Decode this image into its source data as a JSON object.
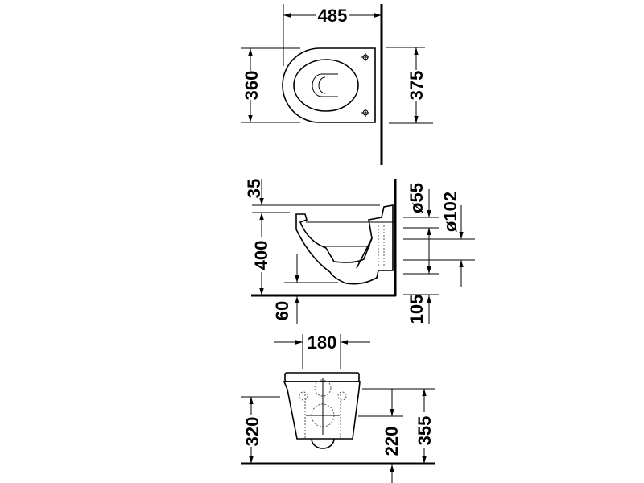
{
  "top_view": {
    "width": "485",
    "seat_depth": "360",
    "total_depth": "375"
  },
  "side_view": {
    "rim_offset": "35",
    "rim_height": "400",
    "bowl_clearance": "60",
    "inlet_diameter": "ø55",
    "outlet_diameter": "ø102",
    "outlet_height": "105"
  },
  "front_view": {
    "fixing_spacing": "180",
    "fixing_height": "320",
    "outlet_drop": "220",
    "overall_height": "355"
  },
  "colors": {
    "line": "#000000",
    "background": "#ffffff"
  }
}
